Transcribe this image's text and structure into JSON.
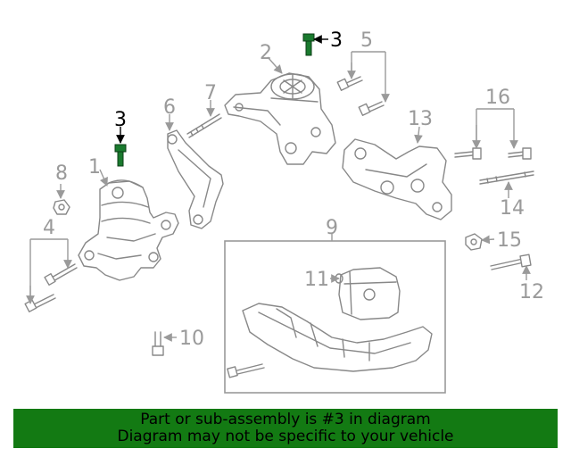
{
  "diagram": {
    "highlight_color": "#1a7a2e",
    "callouts": {
      "c1": "1",
      "c2": "2",
      "c3a": "3",
      "c3b": "3",
      "c4": "4",
      "c5": "5",
      "c6": "6",
      "c7": "7",
      "c8": "8",
      "c9": "9",
      "c10": "10",
      "c11": "11",
      "c12": "12",
      "c13": "13",
      "c14": "14",
      "c15": "15",
      "c16": "16"
    }
  },
  "footer": {
    "background": "#137a13",
    "line1": "Part or sub-assembly is #3 in diagram",
    "line2": "Diagram may not be specific to your vehicle"
  }
}
